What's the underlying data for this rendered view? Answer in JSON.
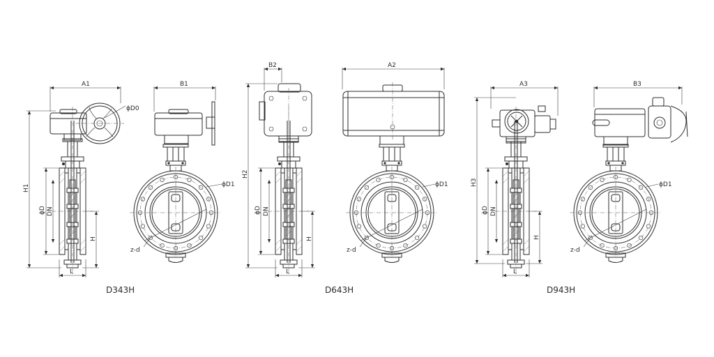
{
  "models": [
    {
      "name": "D343H",
      "labels": {
        "a": "A1",
        "b": "B1",
        "h": "H1",
        "d0": "ϕD0",
        "d1": "ϕD1",
        "zd": "z-d",
        "l": "L",
        "hh": "H",
        "d": "ϕD",
        "dn": "DN"
      }
    },
    {
      "name": "D643H",
      "labels": {
        "a": "A2",
        "b": "B2",
        "h": "H2",
        "d1": "ϕD1",
        "zd": "z-d",
        "l": "L",
        "hh": "H",
        "d": "ϕD",
        "dn": "DN"
      }
    },
    {
      "name": "D943H",
      "labels": {
        "a": "A3",
        "b": "B3",
        "h": "H3",
        "d1": "ϕD1",
        "zd": "z-d",
        "l": "L",
        "hh": "H",
        "d": "ϕD",
        "dn": "DN"
      }
    }
  ],
  "colors": {
    "line": "#2b2b2b",
    "background": "#ffffff"
  }
}
